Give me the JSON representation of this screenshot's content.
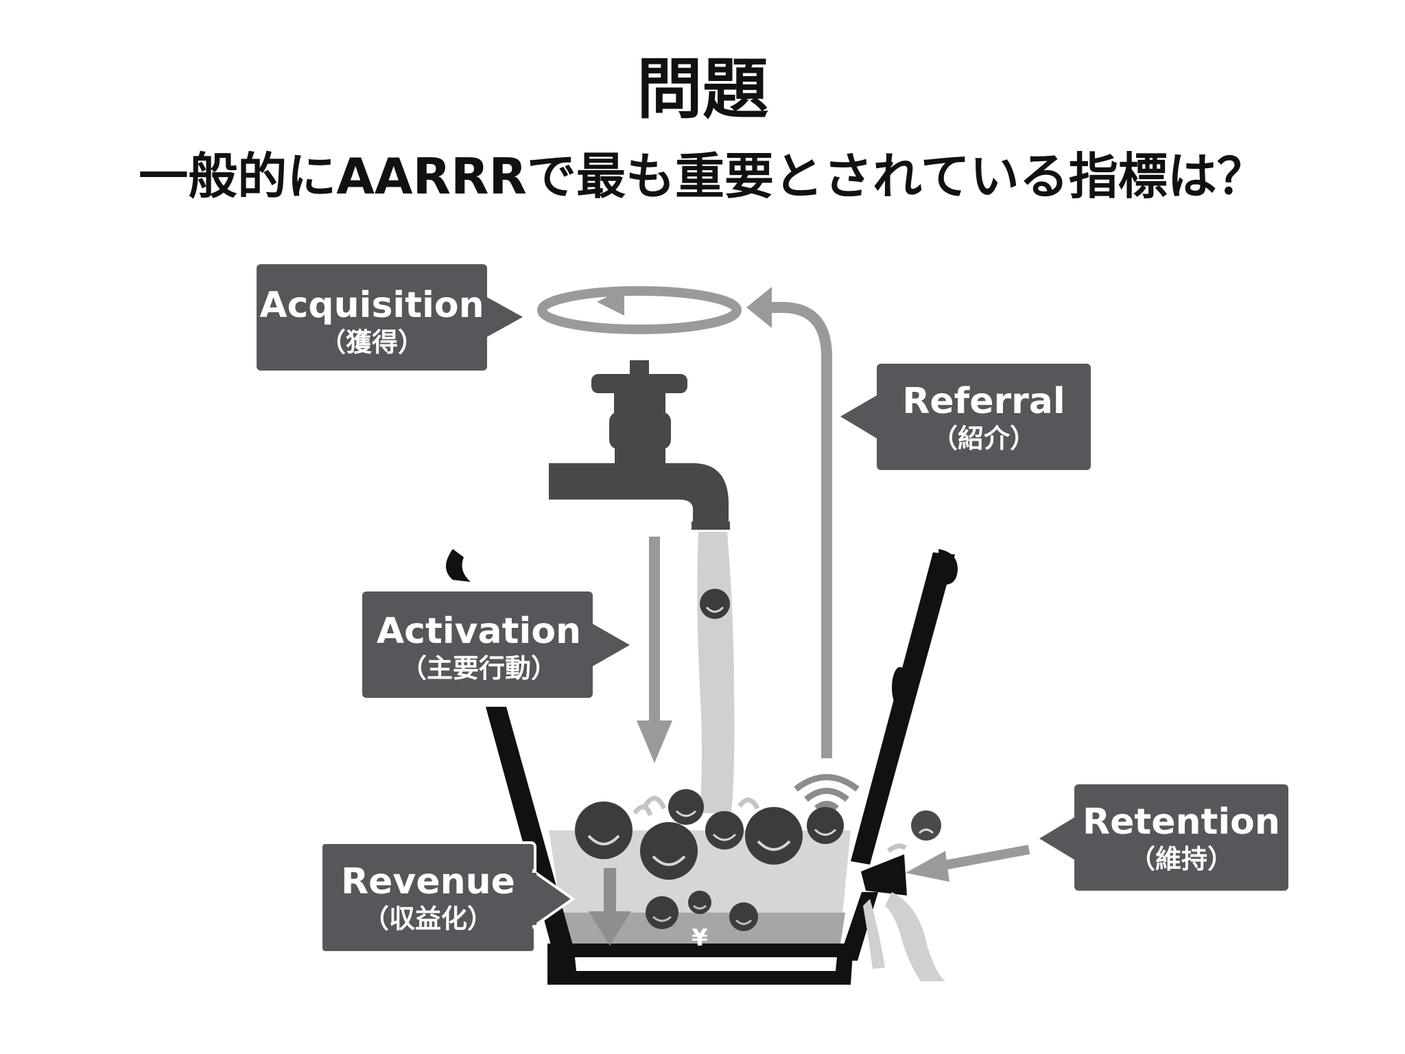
{
  "title": "問題",
  "subtitle": "一般的にAARRRで最も重要とされている指標は？",
  "labels": {
    "acquisition": {
      "en": "Acquisition",
      "ja": "（獲得）"
    },
    "referral": {
      "en": "Referral",
      "ja": "（紹介）"
    },
    "activation": {
      "en": "Activation",
      "ja": "（主要行動）"
    },
    "retention": {
      "en": "Retention",
      "ja": "（維持）"
    },
    "revenue": {
      "en": "Revenue",
      "ja": "（収益化）"
    }
  },
  "currency_symbol": "¥",
  "colors": {
    "box": "#55575b",
    "arrow": "#9a9a9a",
    "bucket": "#111111",
    "faucet": "#48484b",
    "water_light": "#d6d6d6",
    "water_dark": "#a6a6a6",
    "face": "#3c3c3f"
  }
}
